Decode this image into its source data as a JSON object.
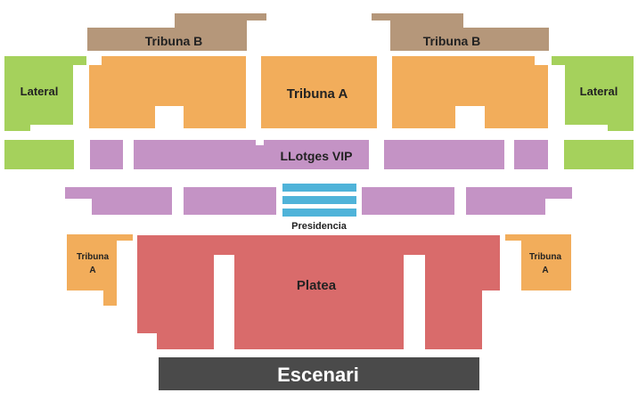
{
  "colors": {
    "tribuna_b": "#b5977a",
    "tribuna_a": "#f2ad5b",
    "lateral": "#a5d15c",
    "vip": "#c493c5",
    "presidencia": "#4fb3d9",
    "platea": "#d96b6b",
    "stage": "#4a4a4a"
  },
  "labels": {
    "tribuna_b_left": "Tribuna B",
    "tribuna_b_right": "Tribuna B",
    "lateral_left": "Lateral",
    "lateral_right": "Lateral",
    "tribuna_a_center": "Tribuna A",
    "vip": "LLotges VIP",
    "presidencia": "Presidencia",
    "tribuna_a_small_left_1": "Tribuna",
    "tribuna_a_small_left_2": "A",
    "tribuna_a_small_right_1": "Tribuna",
    "tribuna_a_small_right_2": "A",
    "platea": "Platea",
    "stage": "Escenari"
  }
}
